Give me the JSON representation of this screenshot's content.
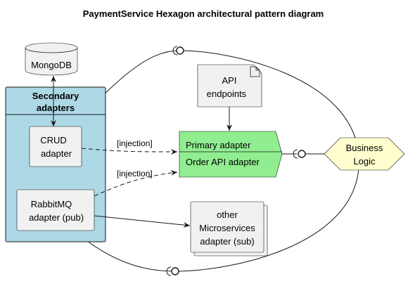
{
  "title": "PaymentService Hexagon architectural pattern diagram",
  "nodes": {
    "mongodb": {
      "label": "MongoDB"
    },
    "secondary_adapters": {
      "label_line1": "Secondary",
      "label_line2": "adapters"
    },
    "crud_adapter": {
      "label_line1": "CRUD",
      "label_line2": "adapter"
    },
    "rabbitmq_adapter": {
      "label_line1": "RabbitMQ",
      "label_line2": "adapter (pub)"
    },
    "api_endpoints": {
      "label_line1": "API",
      "label_line2": "endpoints"
    },
    "primary_adapter": {
      "label_line1": "Primary adapter",
      "label_line2": "Order API adapter"
    },
    "business_logic": {
      "label_line1": "Business",
      "label_line2": "Logic"
    },
    "other_microservices": {
      "label_line1": "other",
      "label_line2": "Microservices",
      "label_line3": "adapter (sub)"
    }
  },
  "edges": {
    "crud_injection": {
      "label": "[injection]"
    },
    "rabbitmq_injection": {
      "label": "[injection]"
    }
  },
  "colors": {
    "secondary_fill": "#add8e6",
    "primary_fill": "#90ee90",
    "business_fill": "#fefece",
    "box_fill": "#f1f1f1",
    "stroke": "#181818"
  }
}
